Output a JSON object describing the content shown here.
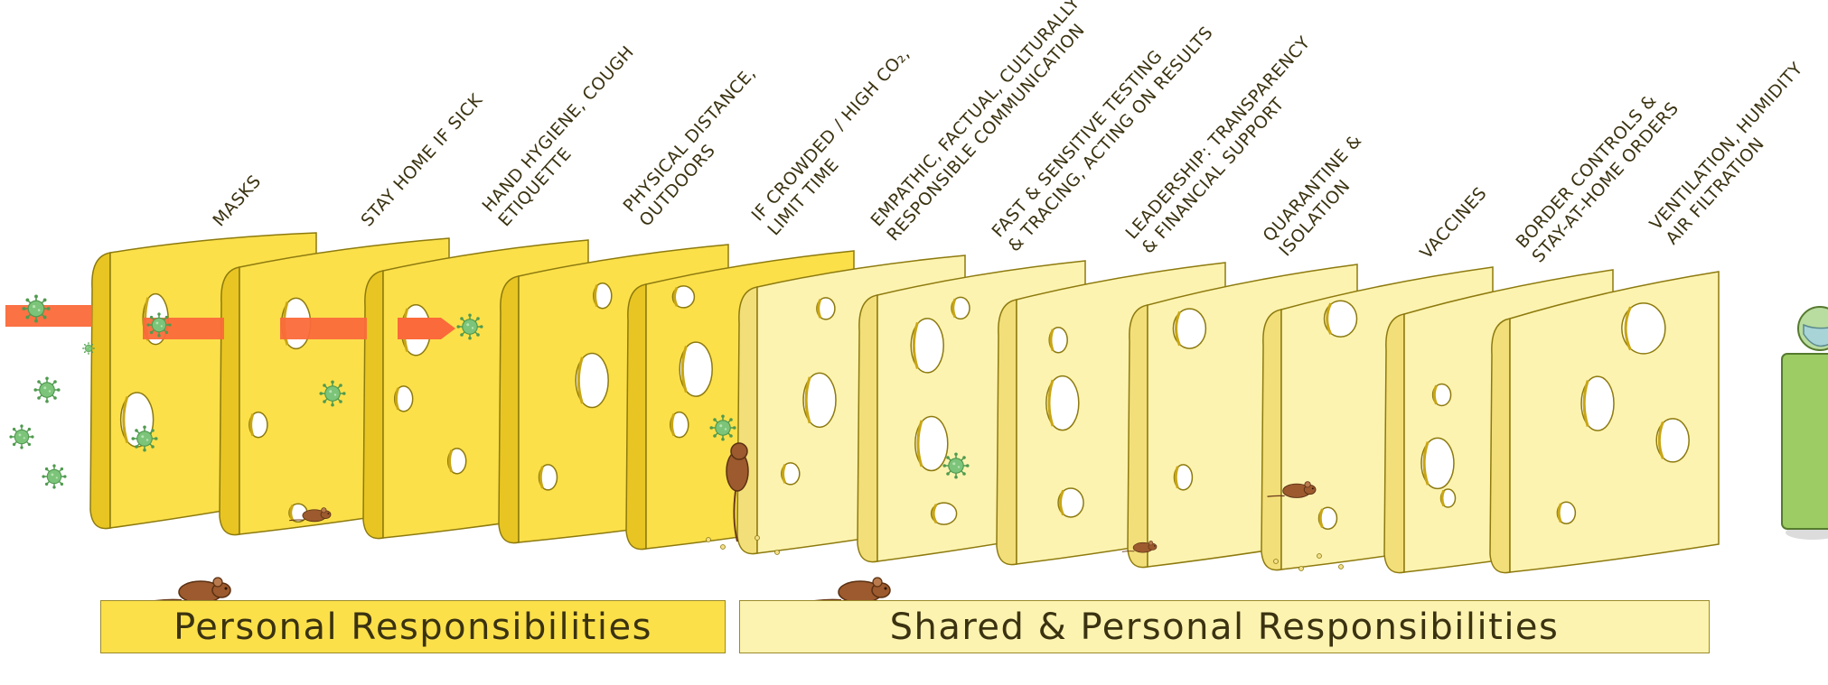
{
  "layers": [
    {
      "lines": [
        "MASKS"
      ],
      "icon": "masks-icon"
    },
    {
      "lines": [
        "STAY HOME IF SICK"
      ]
    },
    {
      "lines": [
        "HAND HYGIENE, COUGH",
        "ETIQUETTE"
      ]
    },
    {
      "lines": [
        "PHYSICAL DISTANCE,",
        "OUTDOORS"
      ]
    },
    {
      "lines": [
        "IF CROWDED / HIGH CO₂,",
        "LIMIT TIME"
      ]
    },
    {
      "lines": [
        "EMPATHIC, FACTUAL, CULTURALLY",
        "RESPONSIBLE COMMUNICATION"
      ]
    },
    {
      "lines": [
        "FAST & SENSITIVE TESTING",
        "& TRACING, ACTING ON RESULTS"
      ]
    },
    {
      "lines": [
        "LEADERSHIP: TRANSPARENCY",
        "& FINANCIAL SUPPORT"
      ]
    },
    {
      "lines": [
        "QUARANTINE &",
        "ISOLATION"
      ]
    },
    {
      "lines": [
        "VACCINES"
      ]
    },
    {
      "lines": [
        "BORDER CONTROLS &",
        "STAY-AT-HOME ORDERS"
      ]
    },
    {
      "lines": [
        "VENTILATION, HUMIDITY",
        "AIR FILTRATION"
      ]
    }
  ],
  "bands": {
    "personal": "Personal Responsibilities",
    "shared": "Shared & Personal Responsibilities"
  },
  "colors": {
    "personal_fill": "#fbe04a",
    "shared_fill": "#fdf3b0",
    "virus": "#7cc47a",
    "arrow": "#fb6a3a",
    "mouse": "#9c5a2e",
    "person": "#9ccc63"
  }
}
